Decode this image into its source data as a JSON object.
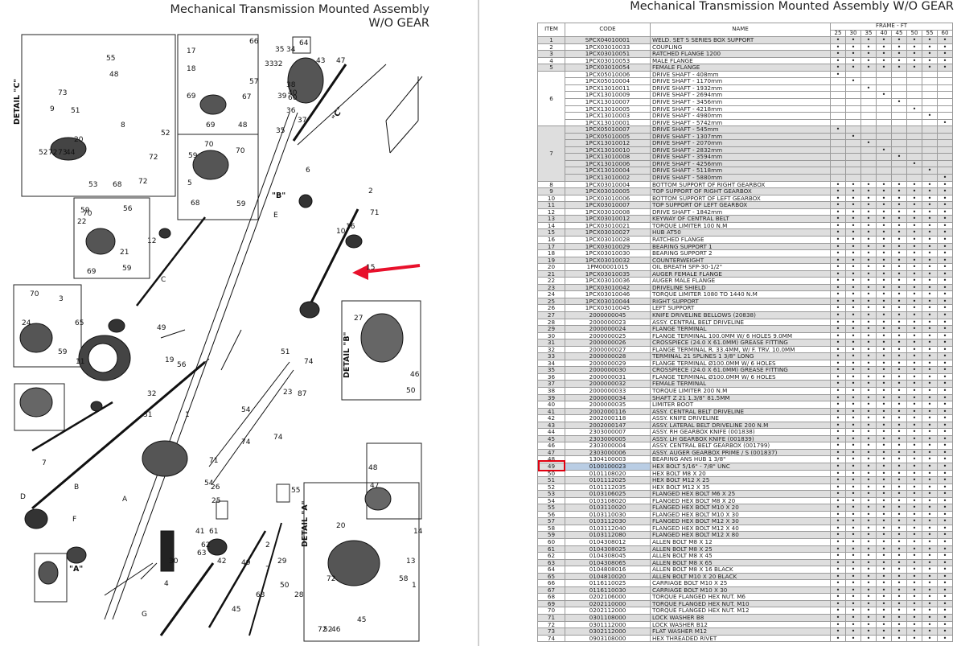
{
  "left_title": "Mechanical Transmission Mounted Assembly\nW/O GEAR",
  "right_title": "Mechanical Transmission Mounted Assembly W/O GEAR",
  "table": {
    "headers": {
      "item": "ITEM",
      "code": "CODE",
      "name": "NAME",
      "frame": "FRAME - FT"
    },
    "frames": [
      "25",
      "30",
      "35",
      "40",
      "45",
      "50",
      "55",
      "60"
    ],
    "rows": [
      {
        "item": "1",
        "code": "SPCX04010001",
        "name": "WELD. SET S SERIES BOX SUPPORT",
        "d": "11111111",
        "g": 1
      },
      {
        "item": "2",
        "code": "1PCX03010033",
        "name": "COUPLING",
        "d": "11111111",
        "g": 0
      },
      {
        "item": "3",
        "code": "1PCX03010051",
        "name": "RATCHED FLANGE 1200",
        "d": "11111111",
        "g": 1
      },
      {
        "item": "4",
        "code": "1PCX03010053",
        "name": "MALE FLANGE",
        "d": "11111111",
        "g": 0
      },
      {
        "item": "5",
        "code": "1PCX03010054",
        "name": "FEMALE FLANGE",
        "d": "11111111",
        "g": 1
      },
      {
        "item": "",
        "code": "1PCX05010006",
        "name": "DRIVE SHAFT - 408mm",
        "d": "10000000",
        "g": 0
      },
      {
        "item": "",
        "code": "1PCX05010004",
        "name": "DRIVE SHAFT - 1170mm",
        "d": "01000000",
        "g": 0
      },
      {
        "item": "",
        "code": "1PCX13010011",
        "name": "DRIVE SHAFT - 1932mm",
        "d": "00100000",
        "g": 0
      },
      {
        "item": "6",
        "code": "1PCX13010009",
        "name": "DRIVE SHAFT - 2694mm",
        "d": "00010000",
        "g": 0
      },
      {
        "item": "",
        "code": "1PCX13010007",
        "name": "DRIVE SHAFT - 3456mm",
        "d": "00001000",
        "g": 0
      },
      {
        "item": "",
        "code": "1PCX13010005",
        "name": "DRIVE SHAFT - 4218mm",
        "d": "00000100",
        "g": 0
      },
      {
        "item": "",
        "code": "1PCX13010003",
        "name": "DRIVE SHAFT - 4980mm",
        "d": "00000010",
        "g": 0
      },
      {
        "item": "",
        "code": "1PCX13010001",
        "name": "DRIVE SHAFT - 5742mm",
        "d": "00000001",
        "g": 0
      },
      {
        "item": "",
        "code": "1PCX05010007",
        "name": "DRIVE SHAFT - 545mm",
        "d": "10000000",
        "g": 1
      },
      {
        "item": "",
        "code": "1PCX05010005",
        "name": "DRIVE SHAFT - 1307mm",
        "d": "01000000",
        "g": 1
      },
      {
        "item": "",
        "code": "1PCX13010012",
        "name": "DRIVE SHAFT - 2070mm",
        "d": "00100000",
        "g": 1
      },
      {
        "item": "7",
        "code": "1PCX13010010",
        "name": "DRIVE SHAFT - 2832mm",
        "d": "00010000",
        "g": 1
      },
      {
        "item": "",
        "code": "1PCX13010008",
        "name": "DRIVE SHAFT - 3594mm",
        "d": "00001000",
        "g": 1
      },
      {
        "item": "",
        "code": "1PCX13010006",
        "name": "DRIVE SHAFT - 4256mm",
        "d": "00000100",
        "g": 1
      },
      {
        "item": "",
        "code": "1PCX13010004",
        "name": "DRIVE SHAFT - 5118mm",
        "d": "00000010",
        "g": 1
      },
      {
        "item": "",
        "code": "1PCX13010002",
        "name": "DRIVE SHAFT - 5880mm",
        "d": "00000001",
        "g": 1
      },
      {
        "item": "8",
        "code": "1PCX03010004",
        "name": "BOTTOM SUPPORT OF RIGHT GEARBOX",
        "d": "11111111",
        "g": 0
      },
      {
        "item": "9",
        "code": "1PCX03010005",
        "name": "TOP SUPPORT OF RIGHT GEARBOX",
        "d": "11111111",
        "g": 1
      },
      {
        "item": "10",
        "code": "1PCX03010006",
        "name": "BOTTOM SUPPORT OF LEFT GEARBOX",
        "d": "11111111",
        "g": 0
      },
      {
        "item": "11",
        "code": "1PCX03010007",
        "name": "TOP SUPPORT OF LEFT GEARBOX",
        "d": "11111111",
        "g": 1
      },
      {
        "item": "12",
        "code": "1PCX03010008",
        "name": "DRIVE SHAFT - 1842mm",
        "d": "11111111",
        "g": 0
      },
      {
        "item": "13",
        "code": "1PCX03010012",
        "name": "KEYWAY OF CENTRAL BELT",
        "d": "11111111",
        "g": 1
      },
      {
        "item": "14",
        "code": "1PCX03010021",
        "name": "TORQUE LIMITER 100 N.M",
        "d": "11111111",
        "g": 0
      },
      {
        "item": "15",
        "code": "1PCX03010027",
        "name": "HUB AT50",
        "d": "11111111",
        "g": 1
      },
      {
        "item": "16",
        "code": "1PCX03010028",
        "name": "RATCHED FLANGE",
        "d": "11111111",
        "g": 0
      },
      {
        "item": "17",
        "code": "1PCX03010029",
        "name": "BEARING SUPPORT 1",
        "d": "11111111",
        "g": 1
      },
      {
        "item": "18",
        "code": "1PCX03010030",
        "name": "BEARING SUPPORT 2",
        "d": "11111111",
        "g": 0
      },
      {
        "item": "19",
        "code": "1PCX03010032",
        "name": "COUNTERWEIGHT",
        "d": "11111111",
        "g": 1
      },
      {
        "item": "20",
        "code": "1PM00001015",
        "name": "OIL BREATH SFP-30-1/2\"",
        "d": "11111111",
        "g": 0
      },
      {
        "item": "21",
        "code": "1PCX03010035",
        "name": "AUGER FEMALE FLANGE",
        "d": "11111111",
        "g": 1
      },
      {
        "item": "22",
        "code": "1PCX03010036",
        "name": "AUGER MALE FLANGE",
        "d": "11111111",
        "g": 0
      },
      {
        "item": "23",
        "code": "1PCX03010042",
        "name": "DRIVELINE SHIELD",
        "d": "11111111",
        "g": 1
      },
      {
        "item": "24",
        "code": "1PCX03010046",
        "name": "TORQUE LIMITER 1080 TO 1440 N.M",
        "d": "11111111",
        "g": 0
      },
      {
        "item": "25",
        "code": "1PCX03010044",
        "name": "RIGHT SUPPORT",
        "d": "11111111",
        "g": 1
      },
      {
        "item": "26",
        "code": "1PCX03010045",
        "name": "LEFT SUPPORT",
        "d": "11111111",
        "g": 0
      },
      {
        "item": "27",
        "code": "2000000045",
        "name": "KNIFE DRIVELINE BELLOWS (20838)",
        "d": "11111111",
        "g": 1
      },
      {
        "item": "28",
        "code": "2000000023",
        "name": "ASSY. CENTRAL BELT DRIVELINE",
        "d": "11111111",
        "g": 0
      },
      {
        "item": "29",
        "code": "2000000024",
        "name": "FLANGE TERMINAL",
        "d": "11111111",
        "g": 1
      },
      {
        "item": "30",
        "code": "2000000025",
        "name": "FLANGE TERMINAL 100.0MM W/ 6 HOLES 9.0MM",
        "d": "11111111",
        "g": 0
      },
      {
        "item": "31",
        "code": "2000000026",
        "name": "CROSSPIECE (24.0 X 61.0MM) GREASE FITTING",
        "d": "11111111",
        "g": 1
      },
      {
        "item": "32",
        "code": "2000000027",
        "name": "FLANGE TERMINAL R. 33.4MM, W/ F. TRV. 10.0MM",
        "d": "11111111",
        "g": 0
      },
      {
        "item": "33",
        "code": "2000000028",
        "name": "TERMINAL 21 SPLINES 1 3/8\" LONG",
        "d": "11111111",
        "g": 1
      },
      {
        "item": "34",
        "code": "2000000029",
        "name": "FLANGE TERMINAL Ø100.0MM W/ 6 HOLES",
        "d": "11111111",
        "g": 0
      },
      {
        "item": "35",
        "code": "2000000030",
        "name": "CROSSPIECE (24.0 X 61.0MM) GREASE FITTING",
        "d": "11111111",
        "g": 1
      },
      {
        "item": "36",
        "code": "2000000031",
        "name": "FLANGE TERMINAL Ø100.0MM W/ 6 HOLES",
        "d": "11111111",
        "g": 0
      },
      {
        "item": "37",
        "code": "2000000032",
        "name": "FEMALE TERMINAL",
        "d": "11111111",
        "g": 1
      },
      {
        "item": "38",
        "code": "2000000033",
        "name": "TORQUE LIMITER 200 N.M",
        "d": "11111111",
        "g": 0
      },
      {
        "item": "39",
        "code": "2000000034",
        "name": "SHAFT Z 21 1.3/8\" 81.5MM",
        "d": "11111111",
        "g": 1
      },
      {
        "item": "40",
        "code": "2000000035",
        "name": "LIMITER BOOT",
        "d": "11111111",
        "g": 0
      },
      {
        "item": "41",
        "code": "2002000116",
        "name": "ASSY. CENTRAL BELT DRIVELINE",
        "d": "11111111",
        "g": 1
      },
      {
        "item": "42",
        "code": "2002000118",
        "name": "ASSY. KNIFE DRIVELINE",
        "d": "11111111",
        "g": 0
      },
      {
        "item": "43",
        "code": "2002000147",
        "name": "ASSY. LATERAL BELT DRIVELINE 200 N.M",
        "d": "11111111",
        "g": 1
      },
      {
        "item": "44",
        "code": "2303000007",
        "name": "ASSY. RH GEARBOX KNIFE (001838)",
        "d": "11111111",
        "g": 0
      },
      {
        "item": "45",
        "code": "2303000005",
        "name": "ASSY. LH GEARBOX KNIFE (001839)",
        "d": "11111111",
        "g": 1
      },
      {
        "item": "46",
        "code": "2303000004",
        "name": "ASSY. CENTRAL BELT GEARBOX (001799)",
        "d": "11111111",
        "g": 0
      },
      {
        "item": "47",
        "code": "2303000006",
        "name": "ASSY. AUGER GEARBOX PRIME / S (001837)",
        "d": "11111111",
        "g": 1
      },
      {
        "item": "48",
        "code": "1304100003",
        "name": "BEARING ANS HUB 1 3/8\"",
        "d": "11111111",
        "g": 0
      },
      {
        "item": "49",
        "code": "0100100023",
        "name": "HEX BOLT 5/16\" - 7/8\" UNC",
        "d": "11111111",
        "g": 1
      },
      {
        "item": "50",
        "code": "0101108020",
        "name": "HEX BOLT M8 X 20",
        "d": "11111111",
        "g": 0
      },
      {
        "item": "51",
        "code": "0101112025",
        "name": "HEX BOLT M12 X 25",
        "d": "11111111",
        "g": 1
      },
      {
        "item": "52",
        "code": "0101112035",
        "name": "HEX BOLT M12 X 35",
        "d": "11111111",
        "g": 0
      },
      {
        "item": "53",
        "code": "0103106025",
        "name": "FLANGED HEX BOLT M6 X 25",
        "d": "11111111",
        "g": 1
      },
      {
        "item": "54",
        "code": "0103108020",
        "name": "FLANGED HEX BOLT M8 X 20",
        "d": "11111111",
        "g": 0
      },
      {
        "item": "55",
        "code": "0103110020",
        "name": "FLANGED HEX BOLT M10 X 20",
        "d": "11111111",
        "g": 1
      },
      {
        "item": "56",
        "code": "0103110030",
        "name": "FLANGED HEX BOLT M10 X 30",
        "d": "11111111",
        "g": 0
      },
      {
        "item": "57",
        "code": "0103112030",
        "name": "FLANGED HEX BOLT M12 X 30",
        "d": "11111111",
        "g": 1
      },
      {
        "item": "58",
        "code": "0103112040",
        "name": "FLANGED HEX BOLT M12 X 40",
        "d": "11111111",
        "g": 0
      },
      {
        "item": "59",
        "code": "0103112080",
        "name": "FLANGED HEX BOLT M12 X 80",
        "d": "11111111",
        "g": 1
      },
      {
        "item": "60",
        "code": "0104308012",
        "name": "ALLEN BOLT M8 X 12",
        "d": "11111111",
        "g": 0
      },
      {
        "item": "61",
        "code": "0104308025",
        "name": "ALLEN BOLT M8 X 25",
        "d": "11111111",
        "g": 1
      },
      {
        "item": "62",
        "code": "0104308045",
        "name": "ALLEN BOLT M8 X 45",
        "d": "11111111",
        "g": 0
      },
      {
        "item": "63",
        "code": "0104308065",
        "name": "ALLEN BOLT M8 X 65",
        "d": "11111111",
        "g": 1
      },
      {
        "item": "64",
        "code": "0104808016",
        "name": "ALLEN BOLT M8 X 16 BLACK",
        "d": "11111111",
        "g": 0
      },
      {
        "item": "65",
        "code": "0104810020",
        "name": "ALLEN BOLT M10 X 20 BLACK",
        "d": "11111111",
        "g": 1
      },
      {
        "item": "66",
        "code": "0116110025",
        "name": "CARRIAGE BOLT M10 X 25",
        "d": "11111111",
        "g": 0
      },
      {
        "item": "67",
        "code": "0116110030",
        "name": "CARRIAGE BOLT M10 X 30",
        "d": "11111111",
        "g": 1
      },
      {
        "item": "68",
        "code": "0202106000",
        "name": "TORQUE FLANGED HEX NUT. M6",
        "d": "11111111",
        "g": 0
      },
      {
        "item": "69",
        "code": "0202110000",
        "name": "TORQUE FLANGED HEX NUT. M10",
        "d": "11111111",
        "g": 1
      },
      {
        "item": "70",
        "code": "0202112000",
        "name": "TORQUE FLANGED HEX NUT. M12",
        "d": "11111111",
        "g": 0
      },
      {
        "item": "71",
        "code": "0301108000",
        "name": "LOCK WASHER B8",
        "d": "11111111",
        "g": 1
      },
      {
        "item": "72",
        "code": "0301112000",
        "name": "LOCK WASHER B12",
        "d": "11111111",
        "g": 0
      },
      {
        "item": "73",
        "code": "0302112000",
        "name": "FLAT WASHER M12",
        "d": "11111111",
        "g": 1
      },
      {
        "item": "74",
        "code": "0903108000",
        "name": "HEX THREADED RIVET",
        "d": "11111111",
        "g": 0
      }
    ]
  },
  "selected_item": "49",
  "detail_labels": {
    "c": "DETAIL \"C\"",
    "b": "DETAIL \"B\"",
    "a": "DETAIL \"A\"",
    "view_b": "\"B\"",
    "view_c": "\"C\"",
    "view_a": "\"A\""
  },
  "callouts": [
    "9",
    "73",
    "51",
    "52",
    "72",
    "73",
    "20",
    "44",
    "53",
    "68",
    "72",
    "72",
    "52",
    "8",
    "55",
    "48",
    "17",
    "18",
    "69",
    "66",
    "57",
    "67",
    "69",
    "48",
    "64",
    "34",
    "35",
    "32",
    "33",
    "38",
    "36",
    "37",
    "40",
    "39",
    "60",
    "35",
    "43",
    "47",
    "70",
    "59",
    "5",
    "68",
    "70",
    "59",
    "70",
    "22",
    "59",
    "56",
    "21",
    "59",
    "69",
    "12",
    "24",
    "70",
    "3",
    "65",
    "59",
    "C",
    "A",
    "B",
    "D",
    "E",
    "F",
    "G",
    "6",
    "7",
    "1",
    "2",
    "71",
    "10",
    "16",
    "15",
    "49",
    "11",
    "19",
    "31",
    "56",
    "32",
    "27",
    "46",
    "50",
    "51",
    "74",
    "23",
    "87",
    "54",
    "74",
    "74",
    "71",
    "54",
    "26",
    "25",
    "4",
    "30",
    "42",
    "41",
    "61",
    "62",
    "63",
    "2",
    "7",
    "49",
    "29",
    "50",
    "28",
    "63",
    "45",
    "45",
    "20",
    "72",
    "72",
    "52",
    "46",
    "1",
    "58",
    "14",
    "13",
    "55",
    "48",
    "47"
  ]
}
